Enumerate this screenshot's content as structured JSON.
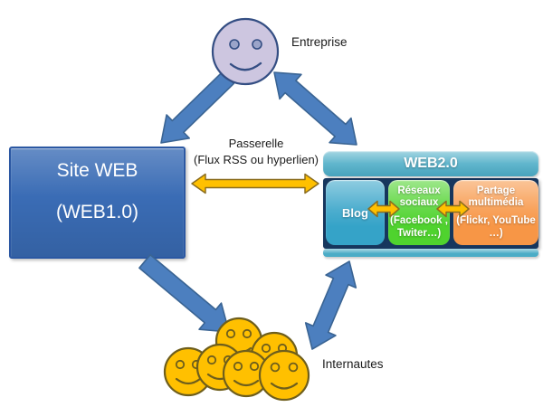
{
  "colors": {
    "arrow_blue": "#4C7FBF",
    "arrow_blue_stroke": "#3A6493",
    "gold": "#FFC000",
    "gold_stroke": "#8B6D1F",
    "entreprise_fill": "#CDC6E0",
    "entreprise_eye": "#9BA4C9",
    "entreprise_stroke": "#344E83",
    "smiley_yellow": "#FFC000",
    "smiley_stroke": "#6E5E1C",
    "siteweb_blue": "#3A6CB5",
    "siteweb_border": "#2B58A3",
    "header_teal": "#4BACC6",
    "blog_teal": "#35A3C8",
    "reseaux_green": "#4FD32E",
    "partage_orange": "#F79646",
    "backdrop_navy": "#17375E",
    "label_text": "#1A1A1A",
    "box_text": "#FFFFFF"
  },
  "diagram": {
    "entreprise_label": "Entreprise",
    "internautes_label": "Internautes",
    "passerelle": {
      "title": "Passerelle",
      "subtitle": "(Flux RSS ou hyperlien)"
    },
    "site_web": {
      "title": "Site WEB",
      "subtitle": "(WEB1.0)"
    },
    "web20": {
      "title": "WEB2.0",
      "items": [
        {
          "label": "Blog",
          "sub": ""
        },
        {
          "label": "Réseaux sociaux",
          "sub": "(Facebook , Twiter…)"
        },
        {
          "label": "Partage multimédia",
          "sub": "(Flickr, YouTube …)"
        }
      ]
    }
  }
}
